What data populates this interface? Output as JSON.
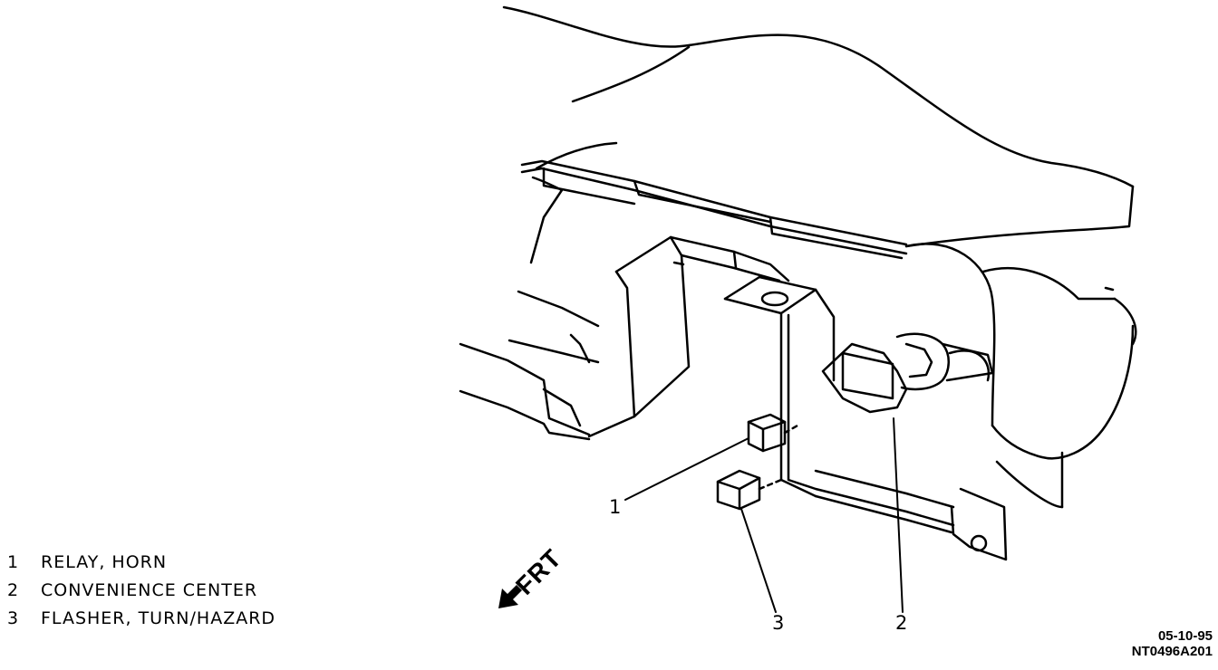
{
  "legend": [
    {
      "num": "1",
      "text": "RELAY, HORN"
    },
    {
      "num": "2",
      "text": "CONVENIENCE CENTER"
    },
    {
      "num": "3",
      "text": "FLASHER, TURN/HAZARD"
    }
  ],
  "callouts": {
    "c1": "1",
    "c2": "2",
    "c3": "3"
  },
  "orientation": {
    "label": "FRT",
    "icon": "front-arrow-icon"
  },
  "stamp": {
    "date": "05-10-95",
    "code": "NT0496A201"
  }
}
